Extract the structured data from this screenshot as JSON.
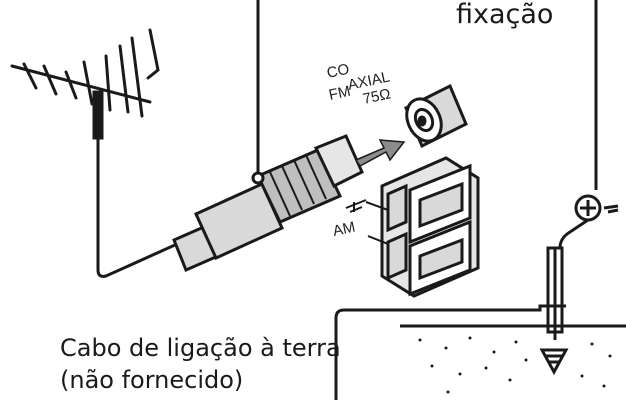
{
  "labels": {
    "fixing_label": "fixação",
    "ground_cable_line1": "Cabo de ligação à terra",
    "ground_cable_line2": "(não fornecido)"
  },
  "panel": {
    "coaxial_line1": "CO",
    "coaxial_line2": "AXIAL",
    "fm_label": "FM",
    "impedance": "75Ω",
    "am_label": "AM"
  },
  "colors": {
    "line": "#1a1a1a",
    "connector_fill": "#d9d9d9",
    "arrow_fill": "#8c8c8c"
  }
}
